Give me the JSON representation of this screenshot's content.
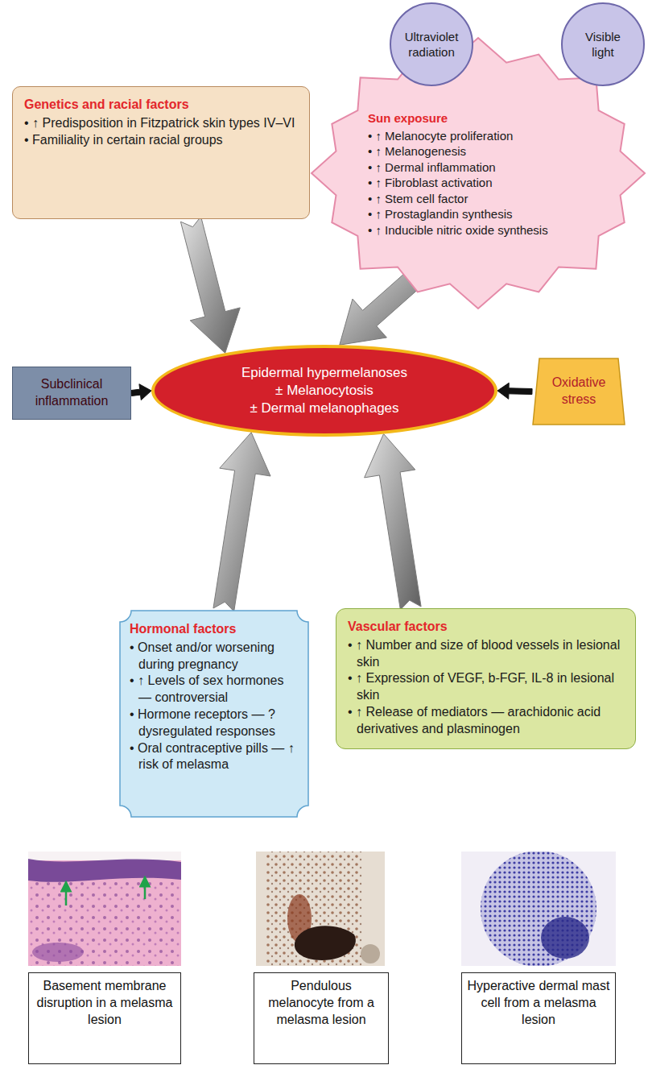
{
  "diagram": {
    "nodes": [
      {
        "text": [
          "Ultraviolet radiation"
        ]
      },
      {
        "text": [
          "Visible light"
        ]
      },
      {
        "text": [
          "Sun exposure",
          "• ↑ Melanocyte proliferation",
          "• ↑ Melanogenesis",
          "• ↑ Dermal inflammation",
          "• ↑ Fibroblast activation",
          "• ↑ Stem cell factor",
          "• ↑ Prostaglandin synthesis",
          "• ↑ Inducible nitric oxide synthesis"
        ]
      },
      {
        "text": [
          "Genetics and racial factors",
          "• ↑ Predisposition in Fitzpatrick skin types IV–VI",
          "• Familiality in certain racial groups"
        ]
      },
      {
        "text": [
          "Subclinical inflammation"
        ]
      },
      {
        "text": [
          "Epidermal hypermelanoses",
          "± Melanocytosis",
          "± Dermal melanophages"
        ]
      },
      {
        "text": [
          "Oxidative stress"
        ]
      },
      {
        "text": [
          "Hormonal factors",
          "• Onset and/or worsening during pregnancy",
          "• ↑ Levels of sex hormones — controversial",
          "• Hormone receptors — ? dysregulated responses",
          "• Oral contraceptive pills — ↑ risk of melasma"
        ]
      },
      {
        "text": [
          "Vascular factors",
          "• ↑ Number and size of blood vessels in lesional skin",
          "• ↑ Expression of VEGF, b-FGF, IL-8 in lesional skin",
          "• ↑ Release of mediators — arachidonic acid derivatives and plasminogen"
        ]
      },
      {
        "text": [
          "Basement membrane disruption in a melasma lesion"
        ]
      },
      {
        "text": [
          "Pendulous melanocyte from a melasma lesion"
        ]
      },
      {
        "text": [
          "Hyperactive dermal mast cell from a melasma lesion"
        ]
      }
    ],
    "edges": [
      {
        "from": 3,
        "to": 5,
        "arrow": "to"
      },
      {
        "from": 2,
        "to": 5,
        "arrow": "to"
      },
      {
        "from": 4,
        "to": 5,
        "arrow": "to"
      },
      {
        "from": 6,
        "to": 5,
        "arrow": "to"
      },
      {
        "from": 7,
        "to": 5,
        "arrow": "to"
      },
      {
        "from": 8,
        "to": 5,
        "arrow": "to"
      }
    ]
  }
}
